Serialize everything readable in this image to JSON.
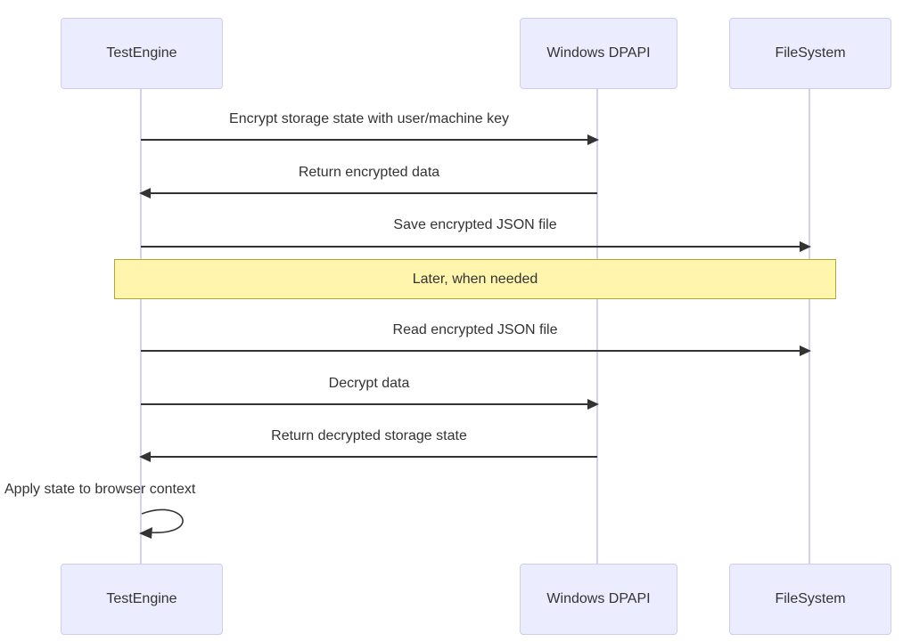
{
  "diagram": {
    "type": "sequence",
    "participants": [
      {
        "id": "testengine",
        "label": "TestEngine"
      },
      {
        "id": "windowsdpapi",
        "label": "Windows DPAPI"
      },
      {
        "id": "filesystem",
        "label": "FileSystem"
      }
    ],
    "messages": [
      {
        "from": "TestEngine",
        "to": "Windows DPAPI",
        "direction": "right",
        "label": "Encrypt storage state with user/machine key"
      },
      {
        "from": "Windows DPAPI",
        "to": "TestEngine",
        "direction": "left",
        "label": "Return encrypted data"
      },
      {
        "from": "TestEngine",
        "to": "FileSystem",
        "direction": "right",
        "label": "Save encrypted JSON file"
      },
      {
        "from": "TestEngine",
        "to": "FileSystem",
        "direction": "right",
        "label": "Read encrypted JSON file"
      },
      {
        "from": "TestEngine",
        "to": "Windows DPAPI",
        "direction": "right",
        "label": "Decrypt data"
      },
      {
        "from": "Windows DPAPI",
        "to": "TestEngine",
        "direction": "left",
        "label": "Return decrypted storage state"
      },
      {
        "from": "TestEngine",
        "to": "TestEngine",
        "direction": "self",
        "label": "Apply state to browser context"
      }
    ],
    "note": {
      "label": "Later, when needed",
      "position": "over TestEngine and FileSystem"
    },
    "colors": {
      "actor_fill": "#ECECFF",
      "actor_border": "#CFCCEE",
      "lifeline": "#D5D0EC",
      "arrow": "#333333",
      "text": "#333333",
      "note_fill": "#FFF5AD",
      "note_border": "#AAAA33"
    }
  }
}
